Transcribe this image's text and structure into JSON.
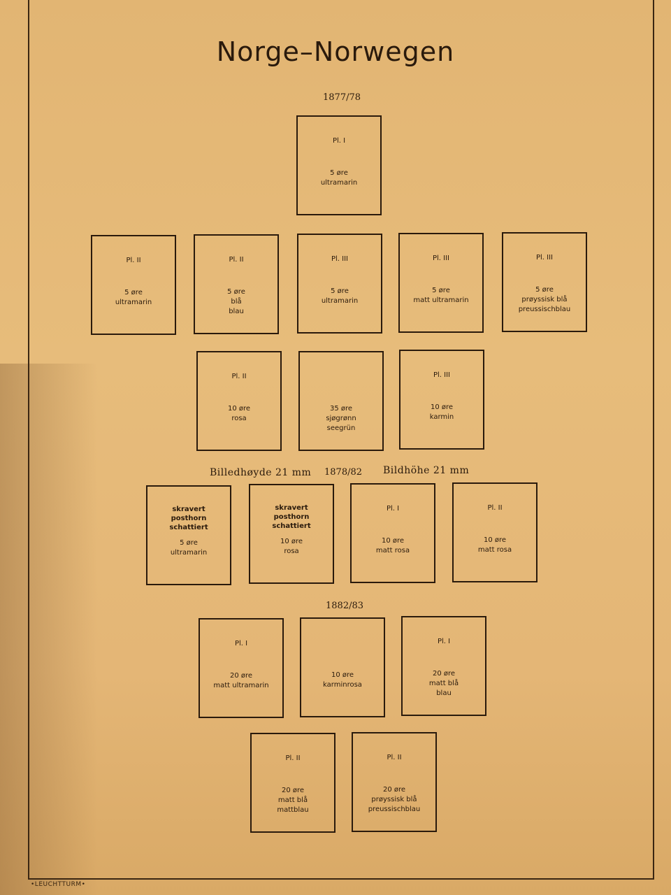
{
  "title": "Norge–Norwegen",
  "sections": {
    "s1": "1877/78",
    "s2": "1878/82",
    "s3": "1882/83"
  },
  "captions": {
    "left": "Billedhøyde 21 mm",
    "right": "Bildhöhe 21 mm"
  },
  "boxes": [
    {
      "top": "Pl. I",
      "lines": [
        "5 øre",
        "ultramarin"
      ]
    },
    {
      "top": "Pl. II",
      "lines": [
        "5 øre",
        "ultramarin"
      ]
    },
    {
      "top": "Pl. II",
      "lines": [
        "5 øre",
        "blå",
        "blau"
      ]
    },
    {
      "top": "Pl. III",
      "lines": [
        "5 øre",
        "ultramarin"
      ]
    },
    {
      "top": "Pl. III",
      "lines": [
        "5 øre",
        "matt ultramarin"
      ]
    },
    {
      "top": "Pl. III",
      "lines": [
        "5 øre",
        "prøyssisk blå",
        "preussischblau"
      ]
    },
    {
      "top": "Pl. II",
      "lines": [
        "10 øre",
        "rosa"
      ]
    },
    {
      "top": "",
      "lines": [
        "35 øre",
        "sjøgrønn",
        "seegrün"
      ]
    },
    {
      "top": "Pl. III",
      "lines": [
        "10 øre",
        "karmin"
      ]
    },
    {
      "top": "skravert\nposthorn\nschattiert",
      "lines": [
        "5 øre",
        "ultramarin"
      ]
    },
    {
      "top": "skravert\nposthorn\nschattiert",
      "lines": [
        "10 øre",
        "rosa"
      ]
    },
    {
      "top": "Pl. I",
      "lines": [
        "10 øre",
        "matt rosa"
      ]
    },
    {
      "top": "Pl. II",
      "lines": [
        "10 øre",
        "matt rosa"
      ]
    },
    {
      "top": "Pl. I",
      "lines": [
        "20 øre",
        "matt ultramarin"
      ]
    },
    {
      "top": "",
      "lines": [
        "10 øre",
        "karminrosa"
      ]
    },
    {
      "top": "Pl. I",
      "lines": [
        "20 øre",
        "matt blå",
        "blau"
      ]
    },
    {
      "top": "Pl. II",
      "lines": [
        "20 øre",
        "matt blå",
        "mattblau"
      ]
    },
    {
      "top": "Pl. II",
      "lines": [
        "20 øre",
        "prøyssisk blå",
        "preussischblau"
      ]
    }
  ],
  "brand": "•LEUCHTTURM•"
}
